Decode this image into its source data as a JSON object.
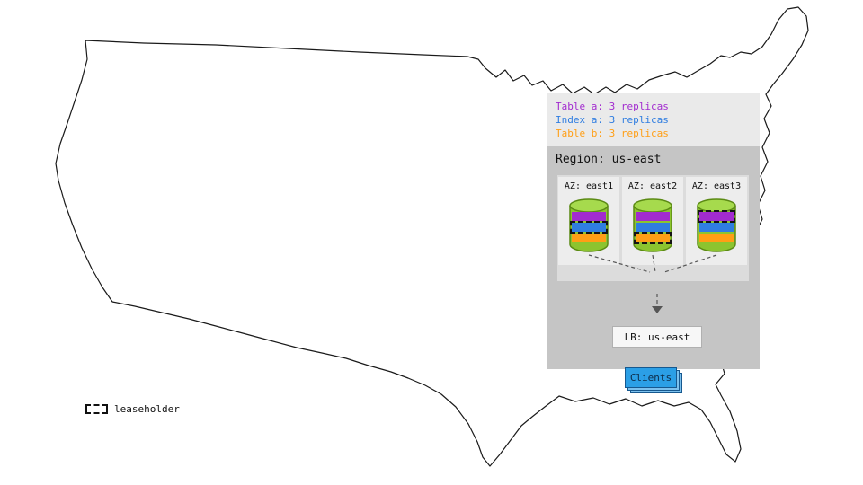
{
  "colors": {
    "table_a": "#a22bcf",
    "index_a": "#2f7de1",
    "table_b": "#ff9e15",
    "clients_blue": "#2b9fe6",
    "clients_blue_light": "#7cc1ee",
    "clients_text": "#0d2c49",
    "panel_bg": "#eaeaea",
    "region_bg": "#c5c5c5"
  },
  "legend": {
    "items": [
      {
        "label": "Table a: 3 replicas",
        "color": "table_a"
      },
      {
        "label": "Index a: 3 replicas",
        "color": "index_a"
      },
      {
        "label": "Table b: 3 replicas",
        "color": "table_b"
      }
    ]
  },
  "region": {
    "label": "Region: us-east",
    "azs": [
      {
        "label": "AZ: east1",
        "replicas": [
          {
            "name": "table-a-replica",
            "color": "table_a",
            "leaseholder": false
          },
          {
            "name": "index-a-replica",
            "color": "index_a",
            "leaseholder": true
          },
          {
            "name": "table-b-replica",
            "color": "table_b",
            "leaseholder": false
          }
        ]
      },
      {
        "label": "AZ: east2",
        "replicas": [
          {
            "name": "table-a-replica",
            "color": "table_a",
            "leaseholder": false
          },
          {
            "name": "index-a-replica",
            "color": "index_a",
            "leaseholder": false
          },
          {
            "name": "table-b-replica",
            "color": "table_b",
            "leaseholder": true
          }
        ]
      },
      {
        "label": "AZ: east3",
        "replicas": [
          {
            "name": "table-a-replica",
            "color": "table_a",
            "leaseholder": true
          },
          {
            "name": "index-a-replica",
            "color": "index_a",
            "leaseholder": false
          },
          {
            "name": "table-b-replica",
            "color": "table_b",
            "leaseholder": false
          }
        ]
      }
    ],
    "load_balancer": {
      "label": "LB: us-east"
    },
    "clients": {
      "label": "Clients"
    }
  },
  "map_key": {
    "leaseholder_label": "leaseholder"
  }
}
